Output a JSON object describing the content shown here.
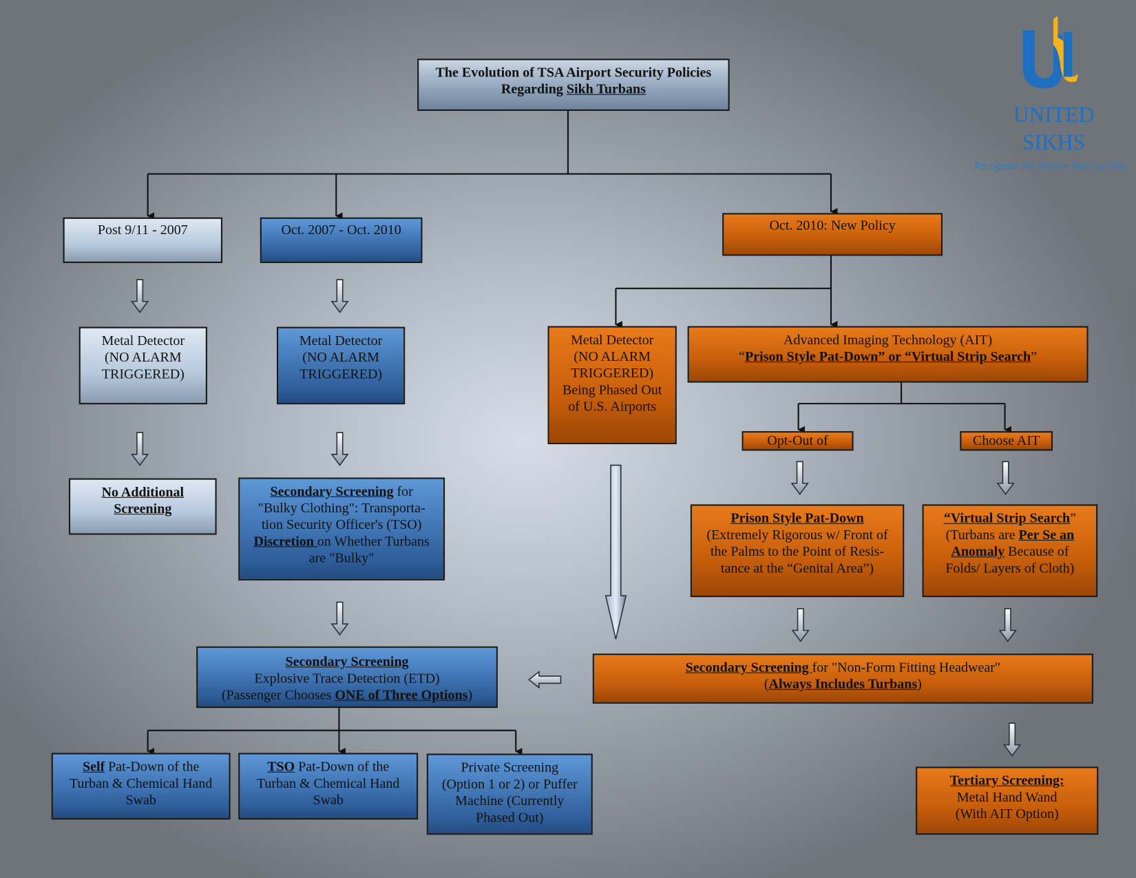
{
  "title": {
    "line1": "The Evolution of TSA Airport Security Policies",
    "line2_pre": "Regarding ",
    "line2_u": "Sikh Turbans"
  },
  "logo": {
    "line1": "UNITED",
    "line2": "SIKHS",
    "tagline": "Recognize the Human Race as One"
  },
  "col1": {
    "period": "Post 9/11 - 2007",
    "detector": [
      "Metal Detector",
      "(NO ALARM",
      "TRIGGERED)"
    ],
    "result": [
      "No Additional",
      "Screening"
    ]
  },
  "col2": {
    "period": "Oct. 2007 - Oct. 2010",
    "detector": [
      "Metal Detector",
      "(NO ALARM",
      "TRIGGERED)"
    ],
    "secondary_u": "Secondary Screening",
    "secondary_rest": " for",
    "secondary_l2": "\"Bulky Clothing\": Transporta-",
    "secondary_l3": "tion Security Officer's (TSO)",
    "secondary_l4_u": "Discretion ",
    "secondary_l4_rest": "on Whether Turbans",
    "secondary_l5": "are \"Bulky\""
  },
  "etd": {
    "l1_u": "Secondary Screening",
    "l2": "Explosive Trace Detection (ETD)",
    "l3_pre": "(Passenger Chooses ",
    "l3_u": "ONE of Three Options",
    "l3_post": ")"
  },
  "options": {
    "self_u": "Self",
    "self_rest": " Pat-Down of the",
    "self_l2": "Turban & Chemical Hand",
    "self_l3": "Swab",
    "tso_u": "TSO",
    "tso_rest": " Pat-Down of the",
    "tso_l2": "Turban & Chemical Hand",
    "tso_l3": "Swab",
    "private": [
      "Private Screening",
      "(Option 1 or 2) or Puffer",
      "Machine (Currently",
      "Phased Out)"
    ]
  },
  "col3": {
    "period": "Oct. 2010: New Policy",
    "detector": [
      "Metal Detector",
      "(NO ALARM",
      "TRIGGERED)",
      "Being Phased Out",
      "of U.S. Airports"
    ],
    "ait_l1": "Advanced Imaging Technology (AIT)",
    "ait_l2_q1": "“",
    "ait_l2_u": "Prison Style Pat-Down” or “Virtual Strip Search",
    "ait_l2_q2": "”",
    "optout": "Opt-Out of",
    "choose": "Choose AIT",
    "patdown_u": "Prison Style Pat-Down",
    "patdown": [
      "(Extremely Rigorous w/ Front of",
      "the Palms to the Point of Resis-",
      "tance at the “Genital Area”)"
    ],
    "virtual_u": "“Virtual Strip Search",
    "virtual_q": "”",
    "virtual_l2_pre": "(Turbans are ",
    "virtual_l2_u": "Per Se an",
    "virtual_l3_u": "Anomaly",
    "virtual_l3_rest": " Because of",
    "virtual_l4": "Folds/ Layers of Cloth)",
    "headwear_u": "Secondary Screening ",
    "headwear_rest": "for \"Non-Form Fitting Headwear\"",
    "headwear_l2_pre": "(",
    "headwear_l2_u": "Always Includes Turbans",
    "headwear_l2_post": ")",
    "tertiary_u": "Tertiary Screening:",
    "tertiary": [
      "Metal Hand Wand",
      "(With AIT Option)"
    ]
  },
  "colors": {
    "blue": "#2f5f9c",
    "orange": "#c75e0b",
    "light": "#b7c9dd",
    "logo": "#1f6fc0"
  }
}
